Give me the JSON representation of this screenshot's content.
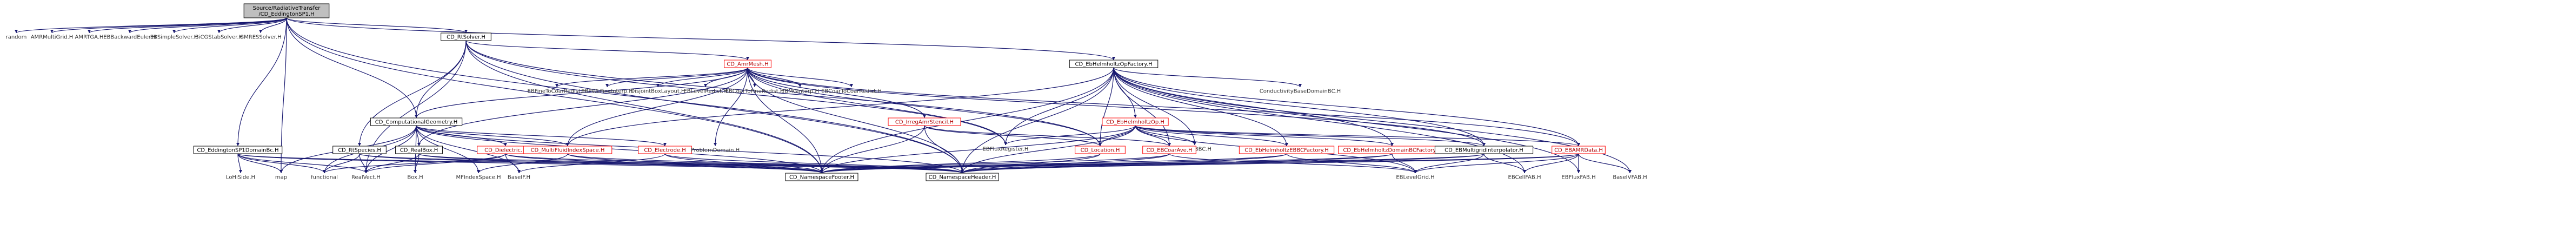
{
  "diagram": {
    "root": {
      "id": "root",
      "lines": [
        "Source/RadiativeTransfer",
        "/CD_EddingtonSP1.H"
      ]
    },
    "nodes": [
      {
        "id": "random",
        "label": "random",
        "boxed": false
      },
      {
        "id": "amrmultigrid",
        "label": "AMRMultiGrid.H",
        "boxed": false
      },
      {
        "id": "amrtga",
        "label": "AMRTGA.H",
        "boxed": false
      },
      {
        "id": "ebbackwardeuler",
        "label": "EBBackwardEuler.H",
        "boxed": false
      },
      {
        "id": "ebsimplesolver",
        "label": "EBSimpleSolver.H",
        "boxed": false
      },
      {
        "id": "bicgstab",
        "label": "BiCGStabSolver.H",
        "boxed": false
      },
      {
        "id": "gmres",
        "label": "GMRESSolver.H",
        "boxed": false
      },
      {
        "id": "rtsolver",
        "label": "CD_RtSolver.H",
        "boxed": true,
        "red": false
      },
      {
        "id": "ebhelmholtz",
        "label": "CD_EbHelmholtzOpFactory.H",
        "boxed": true,
        "red": false
      },
      {
        "id": "amrmesh",
        "label": "CD_AmrMesh.H",
        "boxed": true,
        "red": true
      },
      {
        "id": "conductivity",
        "label": "ConductivityBaseDomainBC.H",
        "boxed": false
      },
      {
        "id": "ebfinetocoar",
        "label": "EBFineToCoarRedist.H",
        "boxed": false
      },
      {
        "id": "ebpwlfine",
        "label": "EBPWLFineInterp.H",
        "boxed": false
      },
      {
        "id": "disjoint",
        "label": "DisjointBoxLayout.H",
        "boxed": false
      },
      {
        "id": "eblevelredist",
        "label": "EBLevelRedist.H",
        "boxed": false
      },
      {
        "id": "ebcoartofine",
        "label": "EBCoarToFineRedist.H",
        "boxed": false
      },
      {
        "id": "ebmginterp",
        "label": "EBMGInterp.H",
        "boxed": false
      },
      {
        "id": "ebcoartocoar",
        "label": "EBCoarToCoarRedist.H",
        "boxed": false
      },
      {
        "id": "compgeom",
        "label": "CD_ComputationalGeometry.H",
        "boxed": true,
        "red": false
      },
      {
        "id": "irregamr",
        "label": "CD_IrregAmrStencil.H",
        "boxed": true,
        "red": true
      },
      {
        "id": "ebhelmholtzop",
        "label": "CD_EbHelmholtzOp.H",
        "boxed": true,
        "red": true
      },
      {
        "id": "ebfluxregister",
        "label": "EBFluxRegister.H",
        "boxed": false
      },
      {
        "id": "baseebbc",
        "label": "BaseEBBC.H",
        "boxed": false
      },
      {
        "id": "eddingtondomain",
        "label": "CD_EddingtonSP1DomainBc.H",
        "boxed": true,
        "red": false
      },
      {
        "id": "rtspecies",
        "label": "CD_RtSpecies.H",
        "boxed": true,
        "red": false
      },
      {
        "id": "realbox",
        "label": "CD_RealBox.H",
        "boxed": true,
        "red": false
      },
      {
        "id": "dielectric",
        "label": "CD_Dielectric.H",
        "boxed": true,
        "red": true
      },
      {
        "id": "multifluid",
        "label": "CD_MultiFluidIndexSpace.H",
        "boxed": true,
        "red": true
      },
      {
        "id": "electrode",
        "label": "CD_Electrode.H",
        "boxed": true,
        "red": true
      },
      {
        "id": "problemdomain",
        "label": "ProblemDomain.H",
        "boxed": false
      },
      {
        "id": "location",
        "label": "CD_Location.H",
        "boxed": true,
        "red": true
      },
      {
        "id": "ebcoarave",
        "label": "CD_EBCoarAve.H",
        "boxed": true,
        "red": true
      },
      {
        "id": "ebhelmholtzebbc",
        "label": "CD_EbHelmholtzEBBCFactory.H",
        "boxed": true,
        "red": true
      },
      {
        "id": "ebhelmholtzdomainbc",
        "label": "CD_EbHelmholtzDomainBCFactory.H",
        "boxed": true,
        "red": true
      },
      {
        "id": "ebmultigridinterp",
        "label": "CD_EBMultigridInterpolator.H",
        "boxed": true,
        "red": false
      },
      {
        "id": "ebamrdata",
        "label": "CD_EBAMRData.H",
        "boxed": true,
        "red": true
      },
      {
        "id": "limitside",
        "label": "LoHiSide.H",
        "boxed": false
      },
      {
        "id": "map",
        "label": "map",
        "boxed": false
      },
      {
        "id": "functional",
        "label": "functional",
        "boxed": false
      },
      {
        "id": "realvect",
        "label": "RealVect.H",
        "boxed": false
      },
      {
        "id": "boxh",
        "label": "Box.H",
        "boxed": false
      },
      {
        "id": "mfindexspace",
        "label": "MFIndexSpace.H",
        "boxed": false
      },
      {
        "id": "baseif",
        "label": "BaseIF.H",
        "boxed": false
      },
      {
        "id": "nsfooter",
        "label": "CD_NamespaceFooter.H",
        "boxed": true,
        "red": false
      },
      {
        "id": "nsheader",
        "label": "CD_NamespaceHeader.H",
        "boxed": true,
        "red": false
      },
      {
        "id": "eblevelgrid",
        "label": "EBLevelGrid.H",
        "boxed": false
      },
      {
        "id": "ebcellfab",
        "label": "EBCellFAB.H",
        "boxed": false
      },
      {
        "id": "ebfluxfab",
        "label": "EBFluxFAB.H",
        "boxed": false
      },
      {
        "id": "basevfab",
        "label": "BaseIVFAB.H",
        "boxed": false
      }
    ],
    "edges": [
      [
        "root",
        "random"
      ],
      [
        "root",
        "amrmultigrid"
      ],
      [
        "root",
        "amrtga"
      ],
      [
        "root",
        "ebbackwardeuler"
      ],
      [
        "root",
        "ebsimplesolver"
      ],
      [
        "root",
        "bicgstab"
      ],
      [
        "root",
        "gmres"
      ],
      [
        "root",
        "rtsolver"
      ],
      [
        "root",
        "ebhelmholtz"
      ],
      [
        "root",
        "eddingtondomain"
      ],
      [
        "root",
        "map"
      ],
      [
        "root",
        "nsfooter"
      ],
      [
        "root",
        "nsheader"
      ],
      [
        "root",
        "compgeom"
      ],
      [
        "rtsolver",
        "amrmesh"
      ],
      [
        "rtsolver",
        "compgeom"
      ],
      [
        "rtsolver",
        "rtspecies"
      ],
      [
        "rtsolver",
        "location"
      ],
      [
        "rtsolver",
        "nsfooter"
      ],
      [
        "rtsolver",
        "nsheader"
      ],
      [
        "rtsolver",
        "realvect"
      ],
      [
        "rtsolver",
        "ebfluxregister"
      ],
      [
        "amrmesh",
        "ebfinetocoar"
      ],
      [
        "amrmesh",
        "ebpwlfine"
      ],
      [
        "amrmesh",
        "disjoint"
      ],
      [
        "amrmesh",
        "eblevelredist"
      ],
      [
        "amrmesh",
        "ebcoartofine"
      ],
      [
        "amrmesh",
        "ebmginterp"
      ],
      [
        "amrmesh",
        "ebcoartocoar"
      ],
      [
        "amrmesh",
        "irregamr"
      ],
      [
        "amrmesh",
        "compgeom"
      ],
      [
        "amrmesh",
        "multifluid"
      ],
      [
        "amrmesh",
        "realbox"
      ],
      [
        "amrmesh",
        "ebamrdata"
      ],
      [
        "amrmesh",
        "nsfooter"
      ],
      [
        "amrmesh",
        "nsheader"
      ],
      [
        "amrmesh",
        "problemdomain"
      ],
      [
        "amrmesh",
        "ebmultigridinterp"
      ],
      [
        "amrmesh",
        "ebfluxregister"
      ],
      [
        "amrmesh",
        "location"
      ],
      [
        "compgeom",
        "dielectric"
      ],
      [
        "compgeom",
        "electrode"
      ],
      [
        "compgeom",
        "multifluid"
      ],
      [
        "compgeom",
        "realbox"
      ],
      [
        "compgeom",
        "map"
      ],
      [
        "compgeom",
        "functional"
      ],
      [
        "compgeom",
        "realvect"
      ],
      [
        "compgeom",
        "boxh"
      ],
      [
        "compgeom",
        "mfindexspace"
      ],
      [
        "compgeom",
        "baseif"
      ],
      [
        "compgeom",
        "nsfooter"
      ],
      [
        "compgeom",
        "nsheader"
      ],
      [
        "ebhelmholtz",
        "conductivity"
      ],
      [
        "ebhelmholtz",
        "ebhelmholtzop"
      ],
      [
        "ebhelmholtz",
        "ebhelmholtzebbc"
      ],
      [
        "ebhelmholtz",
        "ebhelmholtzdomainbc"
      ],
      [
        "ebhelmholtz",
        "ebmultigridinterp"
      ],
      [
        "ebhelmholtz",
        "ebamrdata"
      ],
      [
        "ebhelmholtz",
        "location"
      ],
      [
        "ebhelmholtz",
        "ebcoarave"
      ],
      [
        "ebhelmholtz",
        "baseebbc"
      ],
      [
        "ebhelmholtz",
        "nsfooter"
      ],
      [
        "ebhelmholtz",
        "nsheader"
      ],
      [
        "ebhelmholtz",
        "ebfluxregister"
      ],
      [
        "ebhelmholtz",
        "multifluid"
      ],
      [
        "ebhelmholtz",
        "ebcellfab"
      ],
      [
        "ebhelmholtz",
        "ebfluxfab"
      ],
      [
        "ebhelmholtz",
        "basevfab"
      ],
      [
        "irregamr",
        "location"
      ],
      [
        "irregamr",
        "nsfooter"
      ],
      [
        "irregamr",
        "nsheader"
      ],
      [
        "irregamr",
        "ebcoarave"
      ],
      [
        "ebhelmholtzop",
        "location"
      ],
      [
        "ebhelmholtzop",
        "ebcoarave"
      ],
      [
        "ebhelmholtzop",
        "baseebbc"
      ],
      [
        "ebhelmholtzop",
        "ebmultigridinterp"
      ],
      [
        "ebhelmholtzop",
        "ebamrdata"
      ],
      [
        "ebhelmholtzop",
        "nsfooter"
      ],
      [
        "ebhelmholtzop",
        "nsheader"
      ],
      [
        "ebhelmholtzop",
        "ebfluxregister"
      ],
      [
        "ebhelmholtzop",
        "ebhelmholtzebbc"
      ],
      [
        "ebhelmholtzop",
        "ebhelmholtzdomainbc"
      ],
      [
        "ebhelmholtzop",
        "eblevelgrid"
      ],
      [
        "eddingtondomain",
        "limitside"
      ],
      [
        "eddingtondomain",
        "map"
      ],
      [
        "eddingtondomain",
        "functional"
      ],
      [
        "eddingtondomain",
        "nsfooter"
      ],
      [
        "eddingtondomain",
        "nsheader"
      ],
      [
        "eddingtondomain",
        "realvect"
      ],
      [
        "rtspecies",
        "realvect"
      ],
      [
        "rtspecies",
        "functional"
      ],
      [
        "rtspecies",
        "nsfooter"
      ],
      [
        "rtspecies",
        "nsheader"
      ],
      [
        "realbox",
        "realvect"
      ],
      [
        "realbox",
        "boxh"
      ],
      [
        "realbox",
        "nsfooter"
      ],
      [
        "realbox",
        "nsheader"
      ],
      [
        "dielectric",
        "realvect"
      ],
      [
        "dielectric",
        "baseif"
      ],
      [
        "dielectric",
        "nsfooter"
      ],
      [
        "dielectric",
        "nsheader"
      ],
      [
        "dielectric",
        "functional"
      ],
      [
        "multifluid",
        "mfindexspace"
      ],
      [
        "multifluid",
        "nsfooter"
      ],
      [
        "multifluid",
        "nsheader"
      ],
      [
        "electrode",
        "baseif"
      ],
      [
        "electrode",
        "nsfooter"
      ],
      [
        "electrode",
        "nsheader"
      ],
      [
        "location",
        "nsfooter"
      ],
      [
        "location",
        "nsheader"
      ],
      [
        "ebcoarave",
        "nsfooter"
      ],
      [
        "ebcoarave",
        "nsheader"
      ],
      [
        "ebcoarave",
        "eblevelgrid"
      ],
      [
        "ebhelmholtzebbc",
        "nsfooter"
      ],
      [
        "ebhelmholtzebbc",
        "nsheader"
      ],
      [
        "ebhelmholtzebbc",
        "eblevelgrid"
      ],
      [
        "ebhelmholtzdomainbc",
        "nsfooter"
      ],
      [
        "ebhelmholtzdomainbc",
        "nsheader"
      ],
      [
        "ebhelmholtzdomainbc",
        "eblevelgrid"
      ],
      [
        "ebmultigridinterp",
        "nsfooter"
      ],
      [
        "ebmultigridinterp",
        "nsheader"
      ],
      [
        "ebmultigridinterp",
        "eblevelgrid"
      ],
      [
        "ebmultigridinterp",
        "ebcellfab"
      ],
      [
        "ebamrdata",
        "nsfooter"
      ],
      [
        "ebamrdata",
        "nsheader"
      ],
      [
        "ebamrdata",
        "ebcellfab"
      ],
      [
        "ebamrdata",
        "ebfluxfab"
      ],
      [
        "ebamrdata",
        "basevfab"
      ],
      [
        "ebamrdata",
        "eblevelgrid"
      ]
    ]
  }
}
